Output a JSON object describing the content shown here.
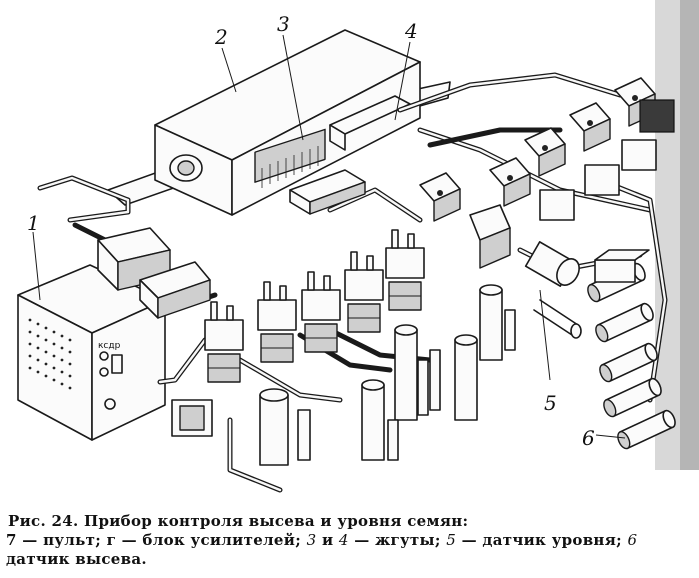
{
  "figure": {
    "callouts": {
      "n1": "1",
      "n2": "2",
      "n3": "3",
      "n4": "4",
      "n5": "5",
      "n6": "6"
    },
    "panel_label": "ксдр"
  },
  "caption": {
    "title": "Рис. 24. Прибор контроля высева и уровня семян:",
    "legend_part1": "7 — пульт; г — блок усилителей;",
    "legend_num3": "3",
    "legend_and": " и ",
    "legend_num4": "4",
    "legend_part2": " — жгуты;",
    "legend_num5": "5",
    "legend_part3": " — датчик уровня;",
    "legend_num6": "6",
    "legend_part4": "датчик высева."
  }
}
